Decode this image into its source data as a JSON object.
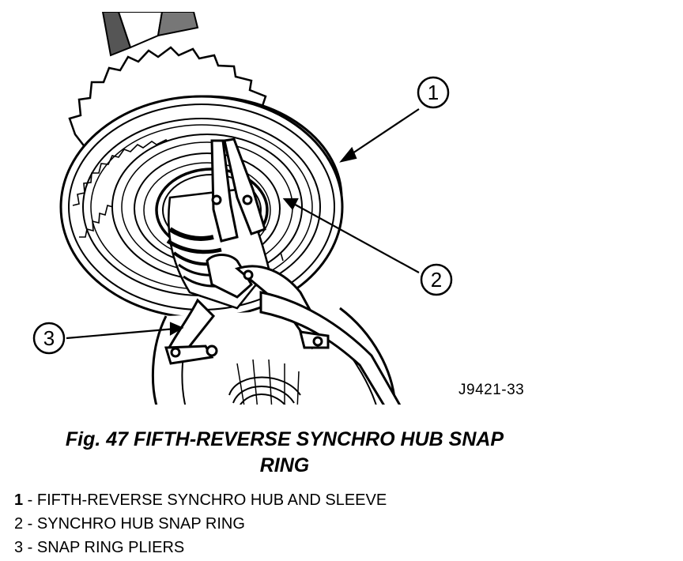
{
  "figure_code": "J9421-33",
  "caption": {
    "line1": "Fig. 47 FIFTH-REVERSE SYNCHRO HUB SNAP",
    "line2": "RING"
  },
  "callouts": [
    {
      "number": "1"
    },
    {
      "number": "2"
    },
    {
      "number": "3"
    }
  ],
  "legend": [
    {
      "number": "1",
      "text": " - FIFTH-REVERSE SYNCHRO HUB AND SLEEVE"
    },
    {
      "number": "2",
      "text": " - SYNCHRO HUB SNAP RING"
    },
    {
      "number": "3",
      "text": " - SNAP RING PLIERS"
    }
  ]
}
